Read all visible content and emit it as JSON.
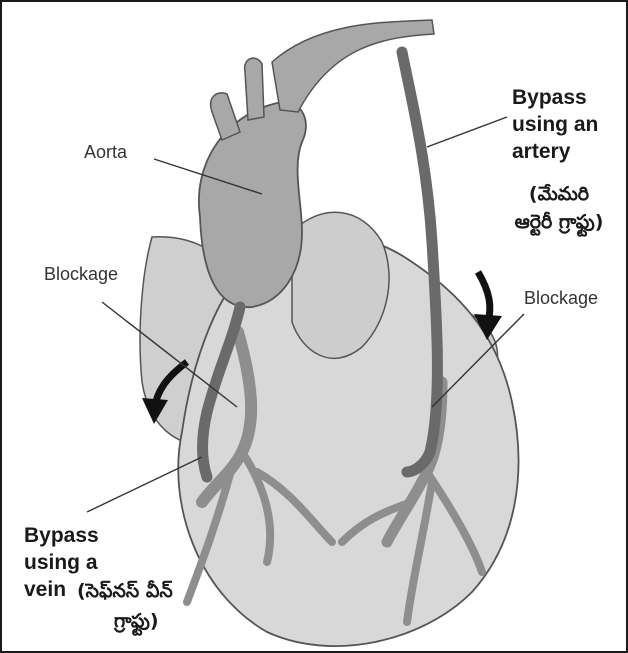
{
  "labels": {
    "aorta": "Aorta",
    "blockage_left": "Blockage",
    "blockage_right": "Blockage",
    "bypass_artery_l1": "Bypass",
    "bypass_artery_l2": "using an",
    "bypass_artery_l3": "artery",
    "artery_te_l1": "(మేమరి",
    "artery_te_l2": "ఆర్టెరీ గ్రాఫ్టు)",
    "bypass_vein_l1": "Bypass",
    "bypass_vein_l2": "using a",
    "bypass_vein_l3": "vein",
    "vein_te_l1": "(సెఫ్‌నస్ వీన్",
    "vein_te_l2": "గ్రాఫ్టు)"
  },
  "colors": {
    "heart_fill": "#d8d8d8",
    "aorta_fill": "#a8a8a8",
    "vessel": "#8e8e8e",
    "graft": "#6a6a6a",
    "outline": "#555555",
    "arrow": "#111111"
  }
}
